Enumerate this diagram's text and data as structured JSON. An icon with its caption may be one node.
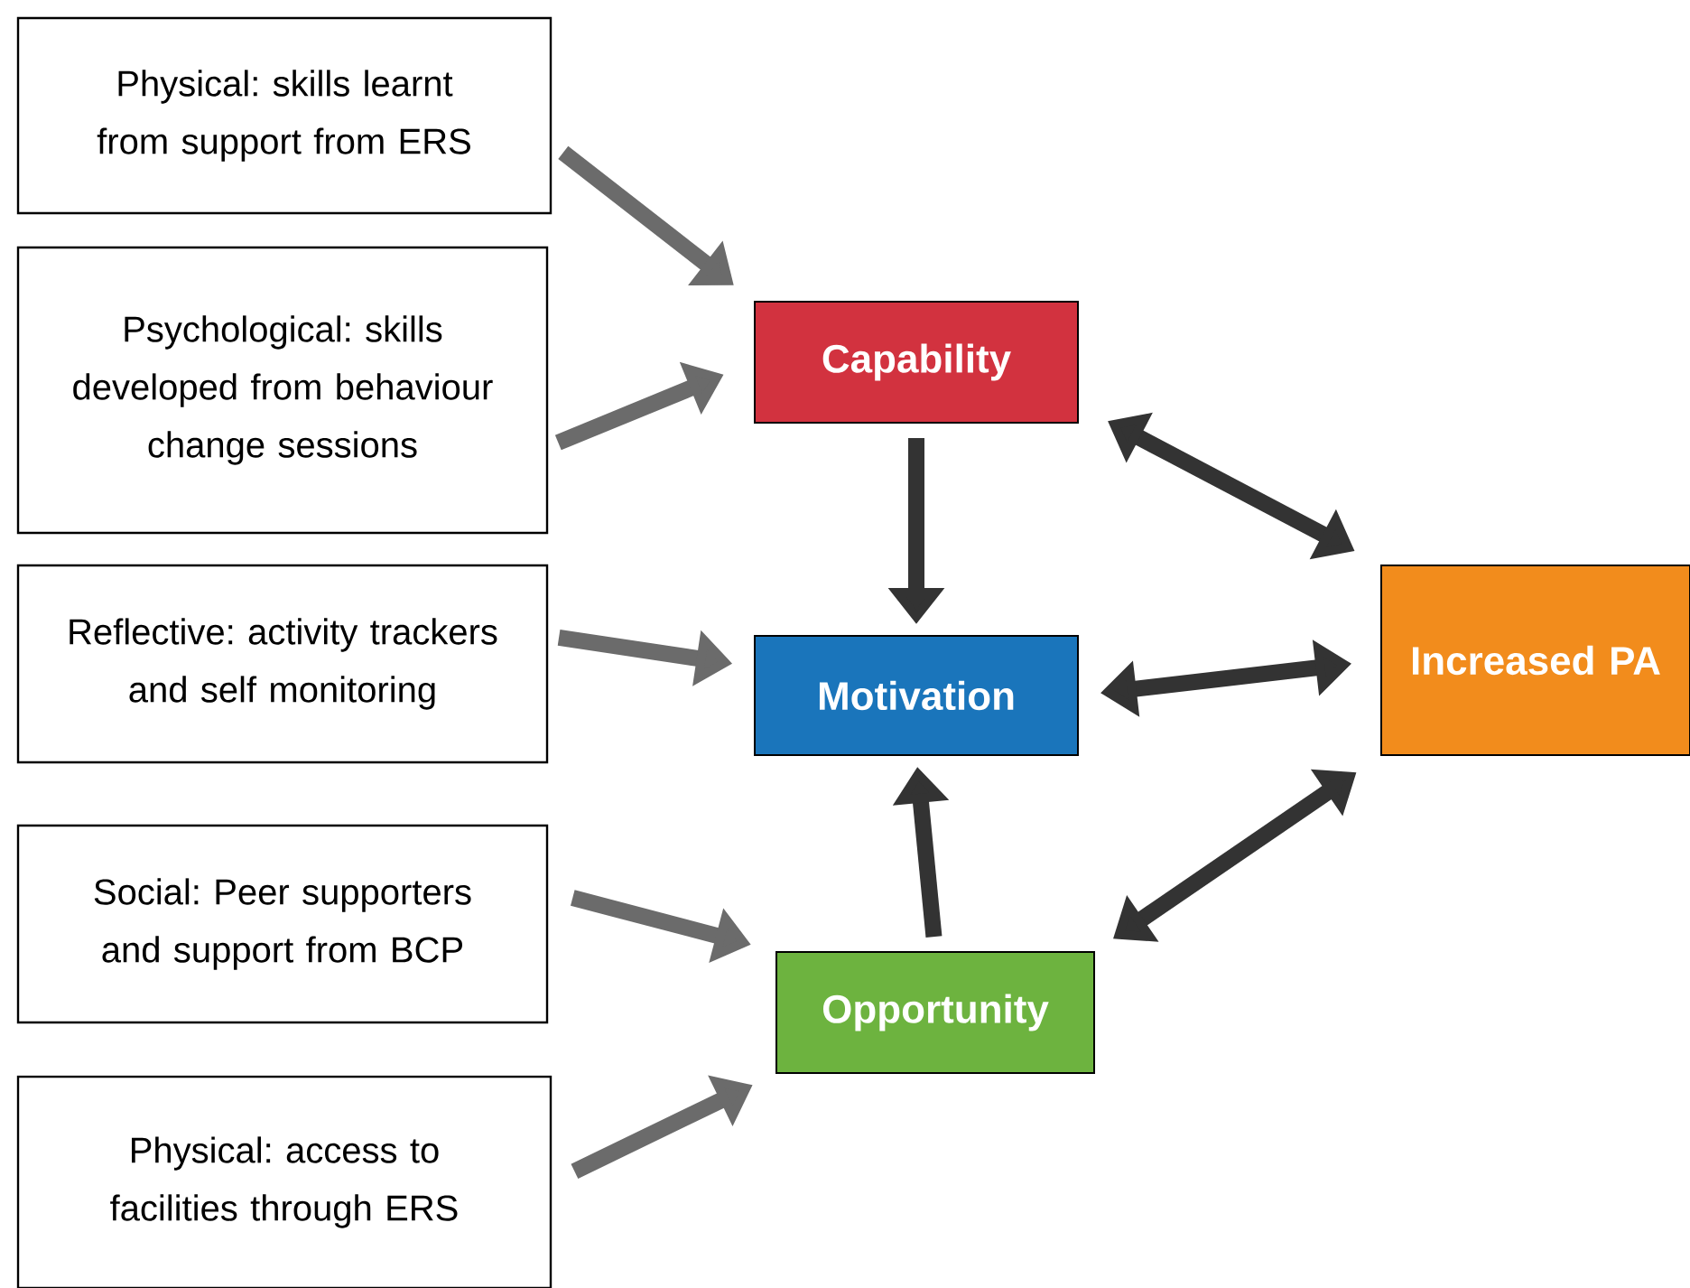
{
  "diagram": {
    "nodes": [
      {
        "text": [
          "Physical: skills learnt from support from ERS"
        ]
      },
      {
        "text": [
          "Psychological: skills developed from behaviour change sessions"
        ]
      },
      {
        "text": [
          "Reflective: activity trackers and self monitoring"
        ]
      },
      {
        "text": [
          "Social: Peer supporters and support from BCP"
        ]
      },
      {
        "text": [
          "Physical: access to facilities through ERS"
        ]
      },
      {
        "text": [
          "Capability"
        ]
      },
      {
        "text": [
          "Motivation"
        ]
      },
      {
        "text": [
          "Opportunity"
        ]
      },
      {
        "text": [
          "Increased PA"
        ]
      }
    ],
    "edges": [
      {
        "from": 0,
        "to": 5,
        "arrow": "to",
        "color": "#6b6b6b"
      },
      {
        "from": 1,
        "to": 5,
        "arrow": "to",
        "color": "#6b6b6b"
      },
      {
        "from": 2,
        "to": 6,
        "arrow": "to",
        "color": "#6b6b6b"
      },
      {
        "from": 3,
        "to": 7,
        "arrow": "to",
        "color": "#6b6b6b"
      },
      {
        "from": 4,
        "to": 7,
        "arrow": "to",
        "color": "#6b6b6b"
      },
      {
        "from": 5,
        "to": 6,
        "arrow": "to"
      },
      {
        "from": 7,
        "to": 6,
        "arrow": "to"
      },
      {
        "from": 5,
        "to": 8,
        "arrow": "both"
      },
      {
        "from": 6,
        "to": 8,
        "arrow": "both"
      },
      {
        "from": 7,
        "to": 8,
        "arrow": "both"
      }
    ]
  }
}
